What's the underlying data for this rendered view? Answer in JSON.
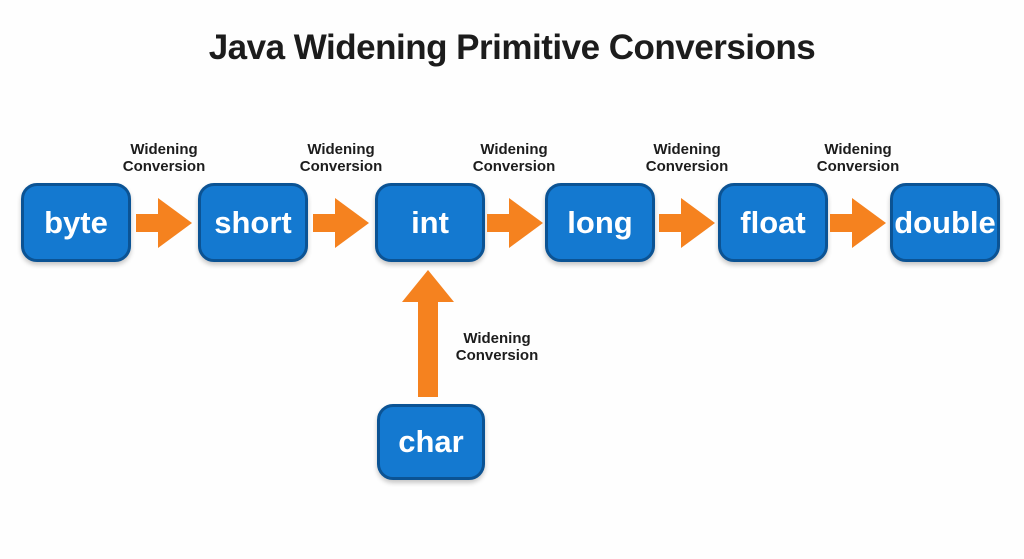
{
  "title": "Java Widening Primitive Conversions",
  "diagram": {
    "boxes": [
      {
        "id": "byte",
        "label": "byte"
      },
      {
        "id": "short",
        "label": "short"
      },
      {
        "id": "int",
        "label": "int"
      },
      {
        "id": "long",
        "label": "long"
      },
      {
        "id": "float",
        "label": "float"
      },
      {
        "id": "double",
        "label": "double"
      },
      {
        "id": "char",
        "label": "char"
      }
    ],
    "edges": [
      {
        "from": "byte",
        "to": "short",
        "direction": "right",
        "label": "Widening Conversion"
      },
      {
        "from": "short",
        "to": "int",
        "direction": "right",
        "label": "Widening Conversion"
      },
      {
        "from": "int",
        "to": "long",
        "direction": "right",
        "label": "Widening Conversion"
      },
      {
        "from": "long",
        "to": "float",
        "direction": "right",
        "label": "Widening Conversion"
      },
      {
        "from": "float",
        "to": "double",
        "direction": "right",
        "label": "Widening Conversion"
      },
      {
        "from": "char",
        "to": "int",
        "direction": "up",
        "label": "Widening Conversion"
      }
    ],
    "colors": {
      "box_fill": "#1479d0",
      "box_border": "#0b5394",
      "box_text": "#ffffff",
      "arrow": "#f5821f",
      "label_text": "#1d1d1d",
      "title_text": "#1c1c1c",
      "background": "#fefefe"
    }
  }
}
